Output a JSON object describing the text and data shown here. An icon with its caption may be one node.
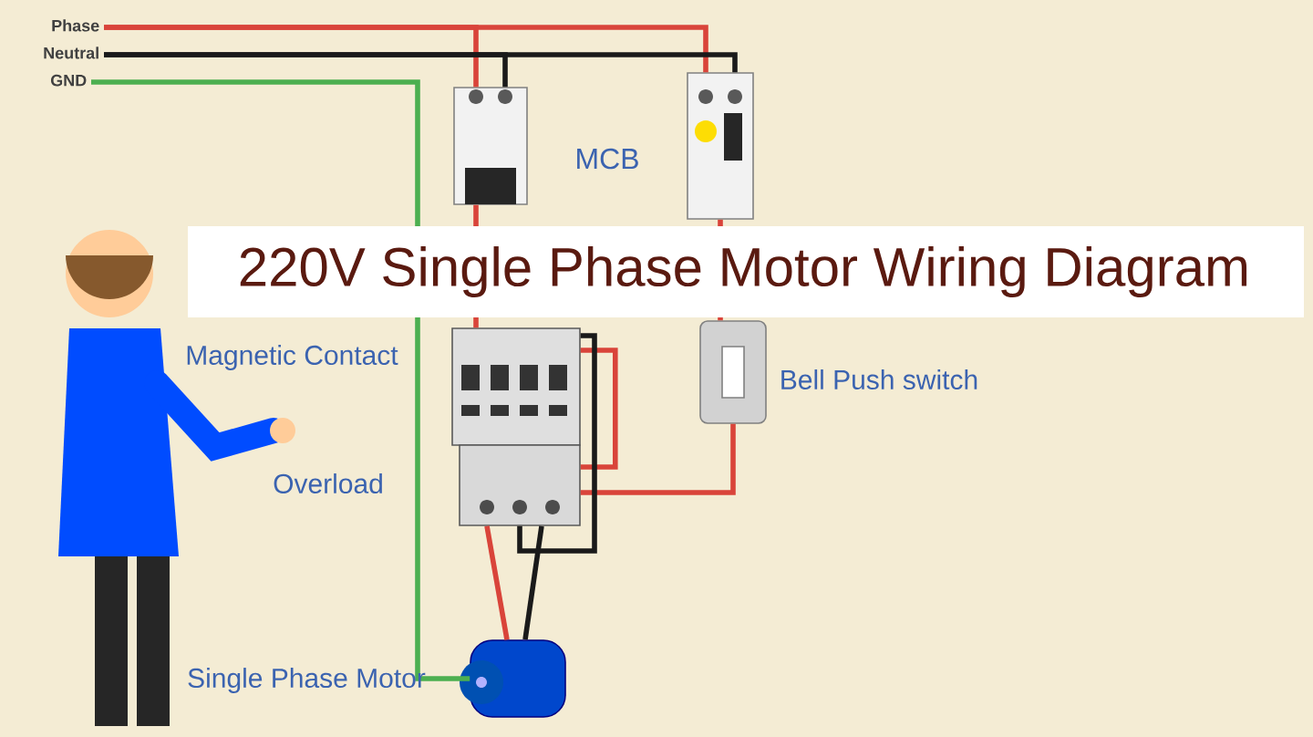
{
  "diagram": {
    "title": "220V Single Phase Motor Wiring Diagram",
    "nodes": [
      {
        "text": [
          "Phase"
        ]
      },
      {
        "text": [
          "Neutral"
        ]
      },
      {
        "text": [
          "GND"
        ]
      },
      {
        "text": [],
        "shape": "picture"
      },
      {
        "text": [],
        "shape": "picture"
      },
      {
        "text": [],
        "shape": "picture",
        "beside": [
          "Magnetic Contact"
        ]
      },
      {
        "text": [],
        "shape": "picture",
        "beside": [
          "Overload"
        ]
      },
      {
        "text": [],
        "shape": "picture",
        "beside": [
          "Bell Push switch"
        ]
      },
      {
        "text": [],
        "shape": "picture",
        "beside": [
          "Single Phase Motor"
        ]
      }
    ],
    "edges": [
      {
        "from": 0,
        "to": 3,
        "arrow": "none"
      },
      {
        "from": 1,
        "to": 3,
        "arrow": "none",
        "color": "#1a1a1a"
      },
      {
        "from": 0,
        "to": 4,
        "arrow": "none"
      },
      {
        "from": 1,
        "to": 4,
        "arrow": "none",
        "color": "#1a1a1a"
      },
      {
        "from": 2,
        "to": 8,
        "arrow": "none",
        "color": "#4caf50"
      },
      {
        "from": 3,
        "to": 5,
        "arrow": "none"
      },
      {
        "from": 4,
        "to": 7,
        "arrow": "none"
      },
      {
        "from": 5,
        "to": 6,
        "arrow": "none"
      },
      {
        "from": 7,
        "to": 6,
        "arrow": "none"
      },
      {
        "from": 6,
        "to": 8,
        "arrow": "none"
      },
      {
        "from": 6,
        "to": 8,
        "arrow": "none",
        "color": "#1a1a1a"
      },
      {
        "from": 5,
        "to": 6,
        "arrow": "none",
        "color": "#1a1a1a"
      }
    ],
    "labels": [
      "MCB"
    ]
  }
}
